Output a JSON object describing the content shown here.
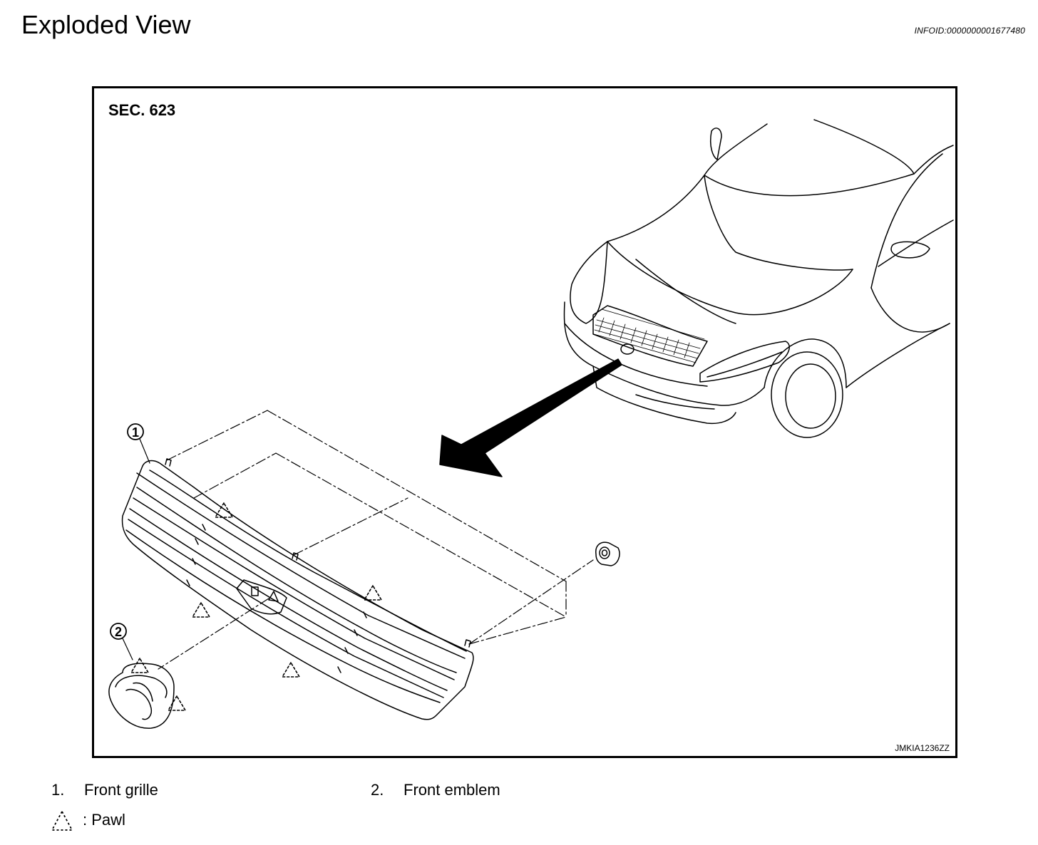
{
  "page": {
    "title": "Exploded View",
    "info_id": "INFOID:0000000001677480"
  },
  "figure": {
    "section": "SEC. 623",
    "figure_id": "JMKIA1236ZZ",
    "callouts": [
      "1",
      "2"
    ]
  },
  "legend": {
    "items": [
      {
        "number": "1.",
        "label": "Front grille"
      },
      {
        "number": "2.",
        "label": "Front emblem"
      }
    ],
    "symbol_label": ": Pawl",
    "symbol_icon": "pawl-triangle-icon"
  }
}
